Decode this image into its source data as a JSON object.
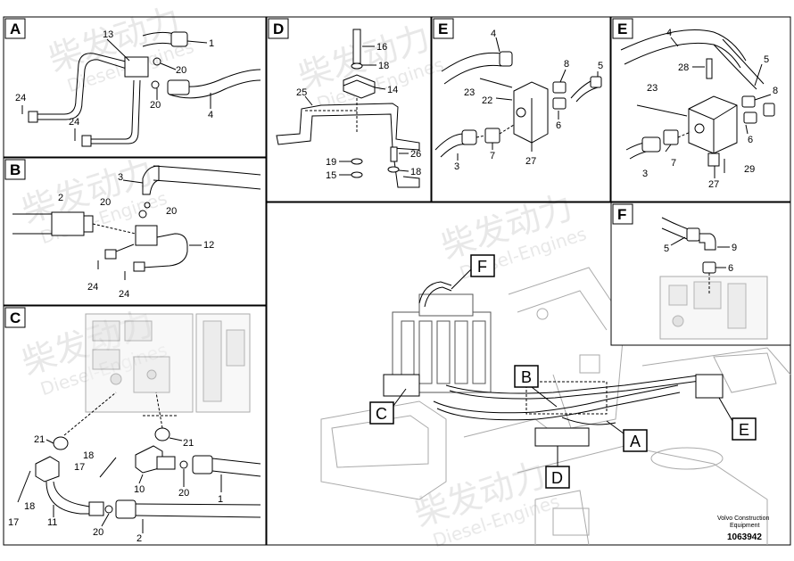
{
  "panels": {
    "A": {
      "tag": "A",
      "callouts": [
        "13",
        "1",
        "20",
        "20",
        "24",
        "24",
        "4"
      ]
    },
    "B": {
      "tag": "B",
      "callouts": [
        "3",
        "2",
        "20",
        "20",
        "12",
        "24",
        "24"
      ]
    },
    "C": {
      "tag": "C",
      "callouts": [
        "21",
        "21",
        "18",
        "17",
        "10",
        "20",
        "1",
        "17",
        "18",
        "11",
        "20",
        "2"
      ]
    },
    "D": {
      "tag": "D",
      "callouts": [
        "16",
        "18",
        "14",
        "25",
        "19",
        "15",
        "26",
        "18"
      ]
    },
    "E1": {
      "tag": "E",
      "callouts": [
        "4",
        "8",
        "5",
        "23",
        "22",
        "6",
        "3",
        "7",
        "27"
      ]
    },
    "E2": {
      "tag": "E",
      "callouts": [
        "4",
        "28",
        "5",
        "8",
        "23",
        "6",
        "3",
        "7",
        "29",
        "27"
      ]
    },
    "F": {
      "tag": "F",
      "callouts": [
        "5",
        "9",
        "6"
      ]
    }
  },
  "overview": {
    "tags": [
      "F",
      "B",
      "C",
      "A",
      "D",
      "E"
    ]
  },
  "footer": {
    "brand_line1": "Volvo Construction",
    "brand_line2": "Equipment",
    "doc_number": "1063942"
  },
  "watermark": {
    "brand_cn": "柴发动力",
    "brand_en": "Diesel-Engines"
  }
}
